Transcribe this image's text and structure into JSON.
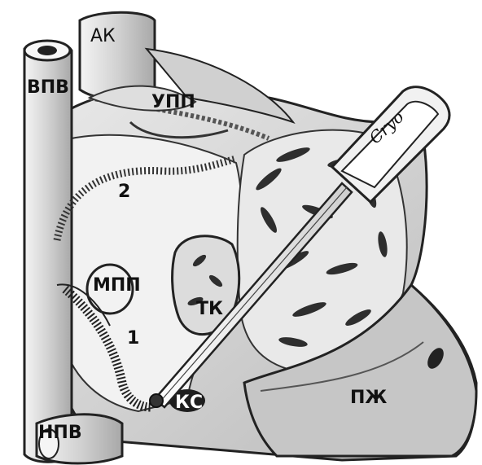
{
  "labels": {
    "ak": "АК",
    "vpv": "ВПВ",
    "upp": "УПП",
    "num2": "2",
    "mpp": "МПП",
    "tk": "ТК",
    "num1": "1",
    "ks": "КС",
    "pzh": "ПЖ",
    "npv": "НПВ",
    "probe": "Cryo"
  },
  "colors": {
    "ink": "#111111",
    "wall": "#d8d8d8",
    "wall_dark": "#9a9a9a",
    "cavity": "#efefef",
    "shadow": "#3a3a3a"
  }
}
